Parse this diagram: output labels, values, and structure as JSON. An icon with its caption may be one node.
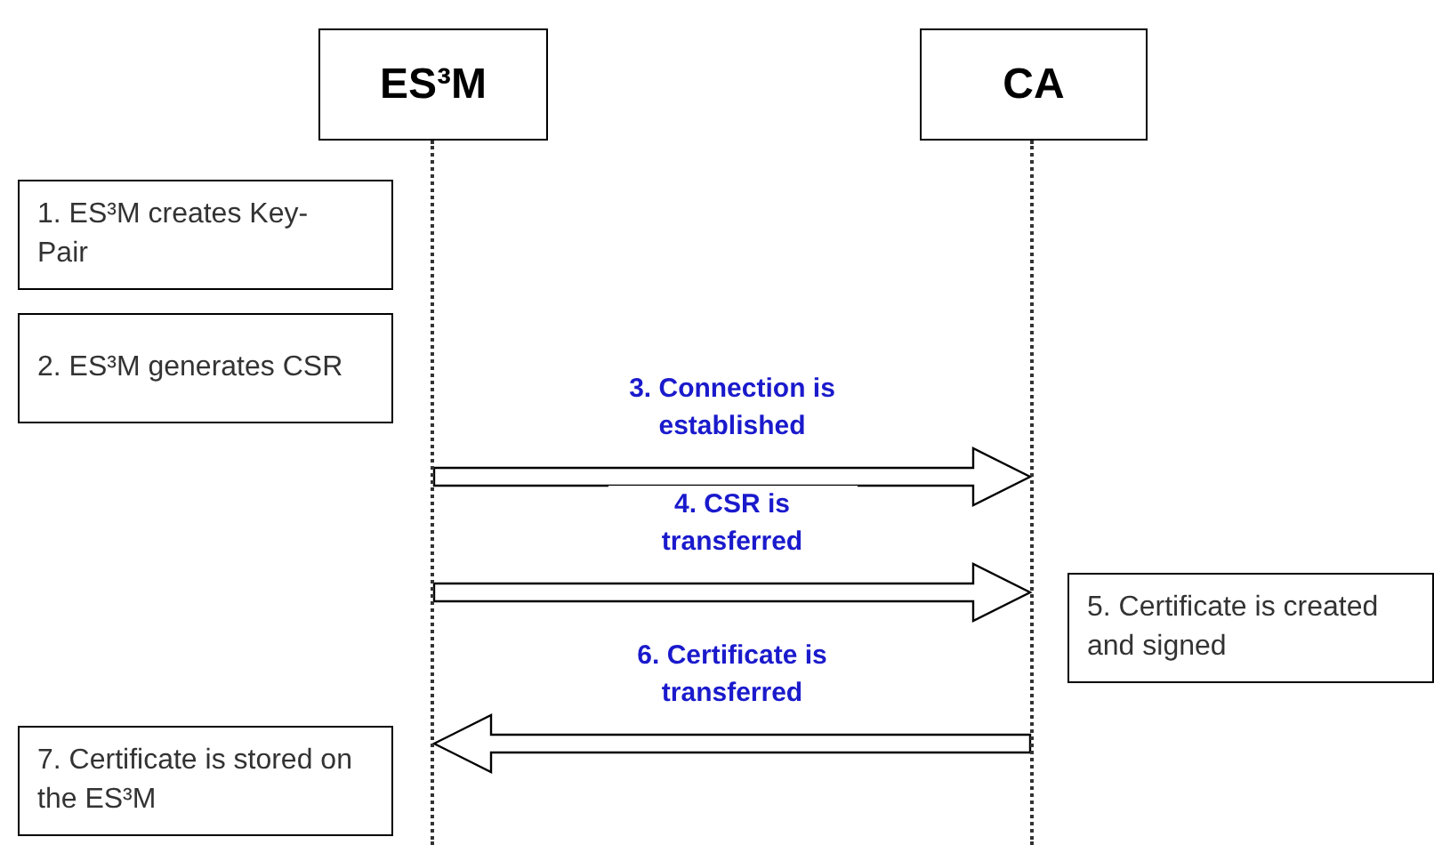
{
  "diagram": {
    "nodes": [
      {
        "text": [
          "ES³M"
        ]
      },
      {
        "text": [
          "CA"
        ]
      },
      {
        "text": [],
        "shape": "line"
      },
      {
        "text": [],
        "shape": "line"
      },
      {
        "text": [
          "1. ES³M creates Key-Pair"
        ]
      },
      {
        "text": [
          "2. ES³M generates CSR"
        ]
      },
      {
        "text": [
          "5. Certificate is created and signed"
        ]
      },
      {
        "text": [
          "7. Certificate is stored on the ES³M"
        ]
      }
    ],
    "edges": [
      {
        "from": 2,
        "to": 3,
        "arrow": "to",
        "label": "3. Connection is established"
      },
      {
        "from": 2,
        "to": 3,
        "arrow": "to",
        "label": "4. CSR is transferred"
      },
      {
        "from": 3,
        "to": 2,
        "arrow": "to",
        "label": "6. Certificate is transferred"
      }
    ]
  }
}
